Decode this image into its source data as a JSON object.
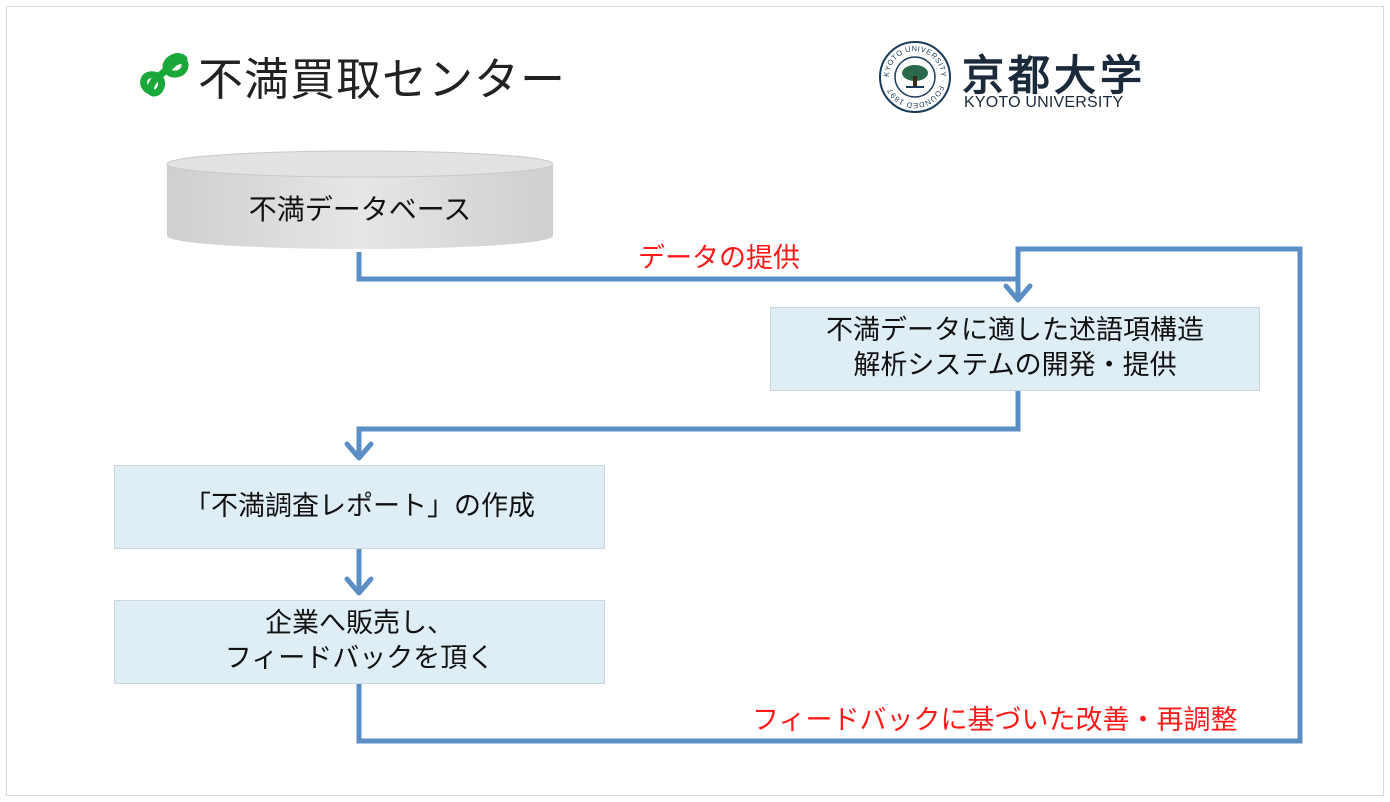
{
  "header": {
    "left_logo_text": "不満買取センター",
    "right_logo_jp": "京都大学",
    "right_logo_en": "KYOTO UNIVERSITY",
    "seal_text": "KYOTO UNIVERSITY · FOUNDED 1897"
  },
  "diagram": {
    "database_label": "不満データベース",
    "edge_provide_label": "データの提供",
    "parser_box": {
      "line1": "不満データに適した述語項構造",
      "line2": "解析システムの開発・提供"
    },
    "report_box": {
      "line1": "「不満調査レポート」の作成"
    },
    "sales_box": {
      "line1": "企業へ販売し、",
      "line2": "フィードバックを頂く"
    },
    "edge_feedback_label": "フィードバックに基づいた改善・再調整"
  },
  "colors": {
    "arrow": "#5b8ec4",
    "box_fill": "#dfeef5",
    "label_red": "#ff1a1a",
    "logo_green": "#1aa83a"
  }
}
